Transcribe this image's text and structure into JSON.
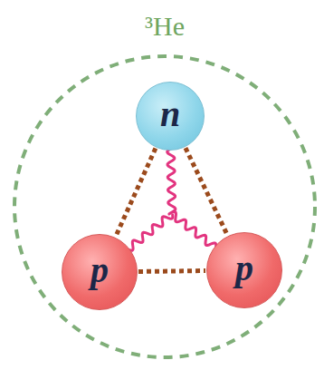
{
  "diagram": {
    "nodes": [
      {
        "text": [
          "³He"
        ]
      },
      {
        "text": [
          "n"
        ],
        "in": 0
      },
      {
        "text": [
          "p"
        ],
        "in": 0
      },
      {
        "text": [
          "p"
        ],
        "in": 0
      }
    ],
    "edges": [
      {
        "from": 1,
        "to": 2,
        "arrow": "none"
      },
      {
        "from": 1,
        "to": 3,
        "arrow": "none"
      },
      {
        "from": 2,
        "to": 3,
        "arrow": "none"
      }
    ]
  }
}
